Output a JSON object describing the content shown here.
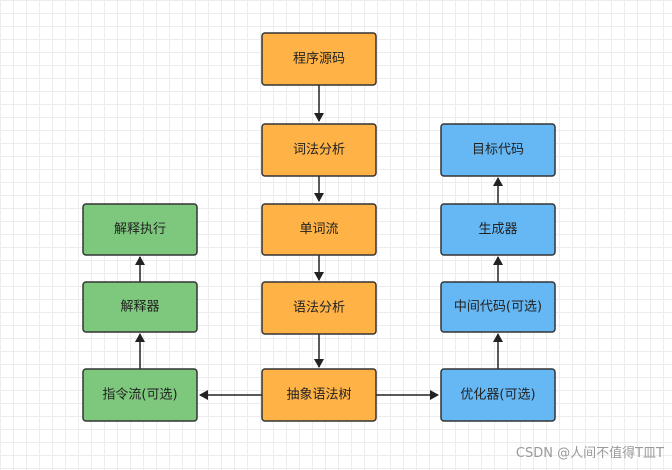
{
  "colors": {
    "orange_fill": "#FFB347",
    "blue_fill": "#66B8F5",
    "green_fill": "#7EC87E",
    "stroke": "#333333",
    "arrow": "#222222"
  },
  "nodes": {
    "source_code": "程序源码",
    "lexical_analysis": "词法分析",
    "token_stream": "单词流",
    "syntax_analysis": "语法分析",
    "ast": "抽象语法树",
    "instruction_stream": "指令流(可选)",
    "interpreter": "解释器",
    "interpret_execute": "解释执行",
    "optimizer": "优化器(可选)",
    "intermediate_code": "中间代码(可选)",
    "generator": "生成器",
    "target_code": "目标代码"
  },
  "watermark": "CSDN @人间不值得T皿T"
}
